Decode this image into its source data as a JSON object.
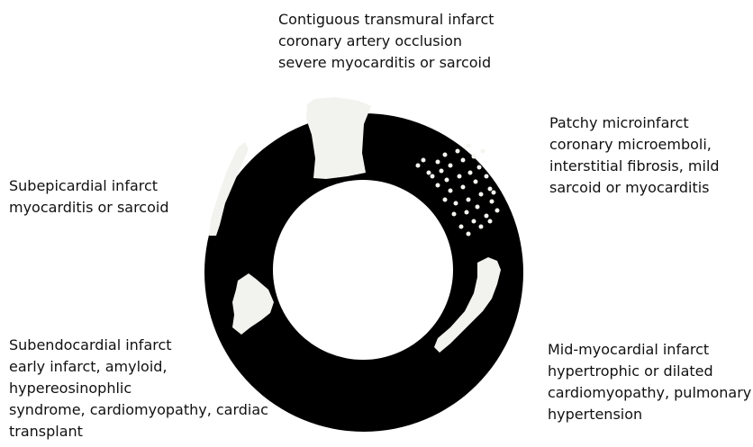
{
  "labels": {
    "top": [
      "Contiguous transmural infarct",
      "coronary artery occlusion",
      "severe myocarditis or sarcoid"
    ],
    "right_top": [
      "Patchy microinfarct",
      "coronary microemboli,",
      "interstitial fibrosis, mild",
      "sarcoid or myocarditis"
    ],
    "left_top": [
      "Subepicardial infarct",
      "myocarditis or sarcoid"
    ],
    "left_bottom": [
      "Subendocardial infarct",
      "early infarct, amyloid,",
      "hypereosinophlic",
      "syndrome, cardiomyopathy, cardiac",
      "transplant"
    ],
    "right_bottom": [
      "Mid-myocardial infarct",
      "hypertrophic or dilated",
      "cardiomyopathy, pulmonary",
      "hypertension"
    ]
  },
  "colors": {
    "myocardium": "#000000",
    "scar": "#f2f2ee",
    "text": "#111111"
  }
}
